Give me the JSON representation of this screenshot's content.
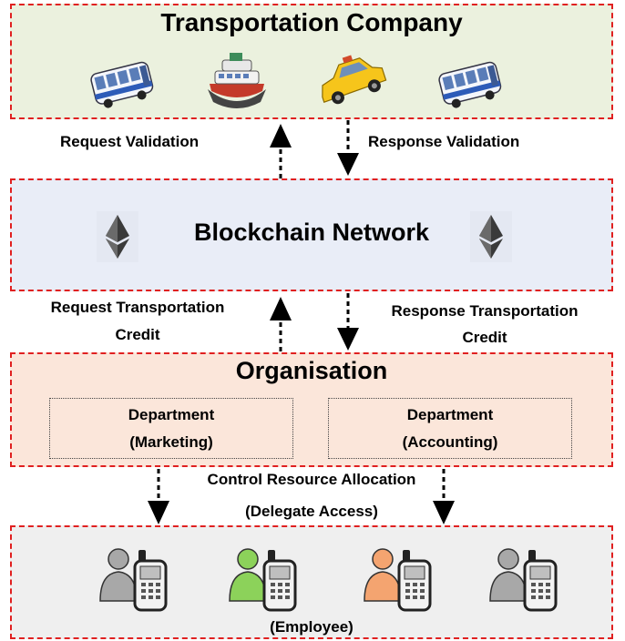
{
  "transport": {
    "title": "Transportation Company",
    "vehicles": [
      "bus-icon",
      "ferry-icon",
      "taxi-icon",
      "bus-icon"
    ]
  },
  "blockchain": {
    "title": "Blockchain Network",
    "icons": [
      "ethereum-icon",
      "ethereum-icon"
    ]
  },
  "organisation": {
    "title": "Organisation",
    "departments": [
      {
        "line1": "Department",
        "line2": "(Marketing)"
      },
      {
        "line1": "Department",
        "line2": "(Accounting)"
      }
    ]
  },
  "employee": {
    "label": "(Employee)",
    "people": [
      {
        "icon": "employee-phone-icon",
        "color": "#a8a8a8"
      },
      {
        "icon": "employee-phone-icon",
        "color": "#8cd25a"
      },
      {
        "icon": "employee-phone-icon",
        "color": "#f4a470"
      },
      {
        "icon": "employee-phone-icon",
        "color": "#a8a8a8"
      }
    ]
  },
  "arrows": {
    "request_validation": "Request Validation",
    "response_validation": "Response Validation",
    "request_credit_1": "Request Transportation",
    "request_credit_2": "Credit",
    "response_credit_1": "Response Transportation",
    "response_credit_2": "Credit",
    "control_1": "Control Resource Allocation",
    "control_2": "(Delegate Access)"
  },
  "colors": {
    "border": "#e02020",
    "transport_bg": "#ebf1de",
    "blockchain_bg": "#e9edf7",
    "organisation_bg": "#fbe6da",
    "employee_bg": "#efefef"
  }
}
